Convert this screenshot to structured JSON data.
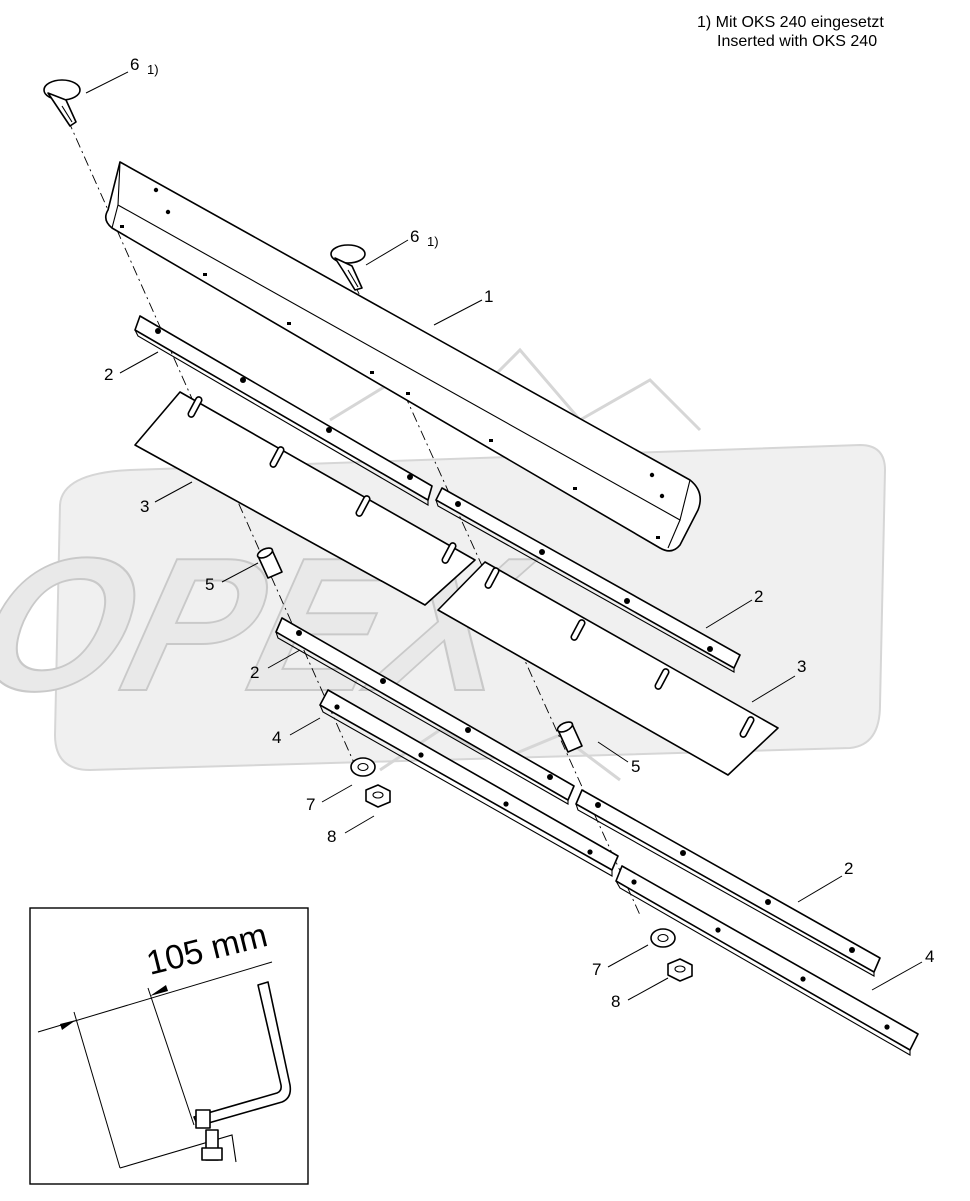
{
  "footnote": {
    "line_de": "1) Mit OKS 240 eingesetzt",
    "line_en": "Inserted with OKS 240"
  },
  "callouts": {
    "c1": "1",
    "c2": "2",
    "c3": "3",
    "c4": "4",
    "c5": "5",
    "c6": "6",
    "c7": "7",
    "c8": "8",
    "footnote_ref": "1)"
  },
  "detail": {
    "dimension": "105 mm"
  },
  "watermark": {
    "text": "OPEX"
  }
}
